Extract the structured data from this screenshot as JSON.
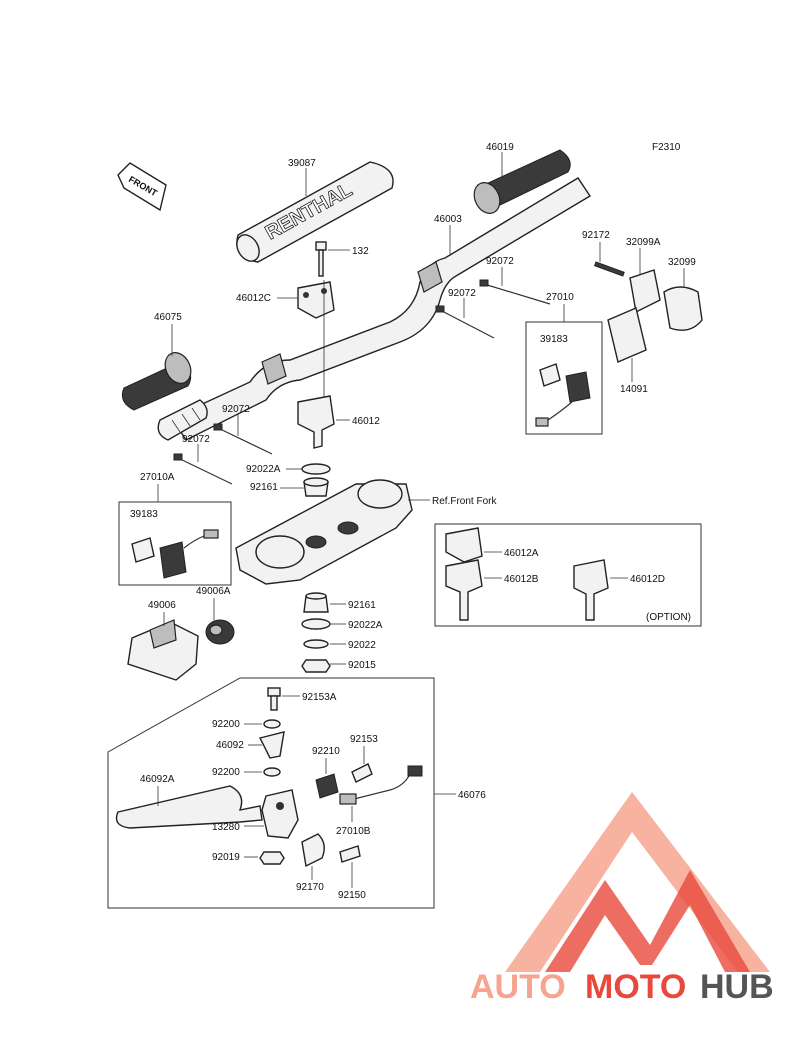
{
  "figure_code": "F2310",
  "front_label": "FRONT",
  "grip_brand": "RENTHAL",
  "ref_label": "Ref.Front Fork",
  "option_label": "(OPTION)",
  "parts": {
    "p39087": "39087",
    "p46019": "46019",
    "p132": "132",
    "p46003": "46003",
    "p46012C": "46012C",
    "p92172": "92172",
    "p32099A": "32099A",
    "p32099": "32099",
    "p92072a": "92072",
    "p92072b": "92072",
    "p27010": "27010",
    "p39183a": "39183",
    "p14091": "14091",
    "p46075": "46075",
    "p92072c": "92072",
    "p92072d": "92072",
    "p46012": "46012",
    "p92022A": "92022A",
    "p92161a": "92161",
    "p27010A": "27010A",
    "p39183b": "39183",
    "p49006A": "49006A",
    "p49006": "49006",
    "p46012A": "46012A",
    "p46012B": "46012B",
    "p46012D": "46012D",
    "p92161b": "92161",
    "p92022Ab": "92022A",
    "p92022": "92022",
    "p92015": "92015",
    "p92153A": "92153A",
    "p92200a": "92200",
    "p46092": "46092",
    "p92210": "92210",
    "p92153": "92153",
    "p46092A": "46092A",
    "p92200b": "92200",
    "p46076": "46076",
    "p13280": "13280",
    "p27010B": "27010B",
    "p92019": "92019",
    "p92170": "92170",
    "p92150": "92150"
  },
  "watermark": {
    "part1": "AUTO",
    "part2": "MOTO",
    "part3": "HUB"
  },
  "colors": {
    "watermark_light": "#f6a48f",
    "watermark_red": "#e8493c",
    "watermark_gray": "#555555"
  }
}
